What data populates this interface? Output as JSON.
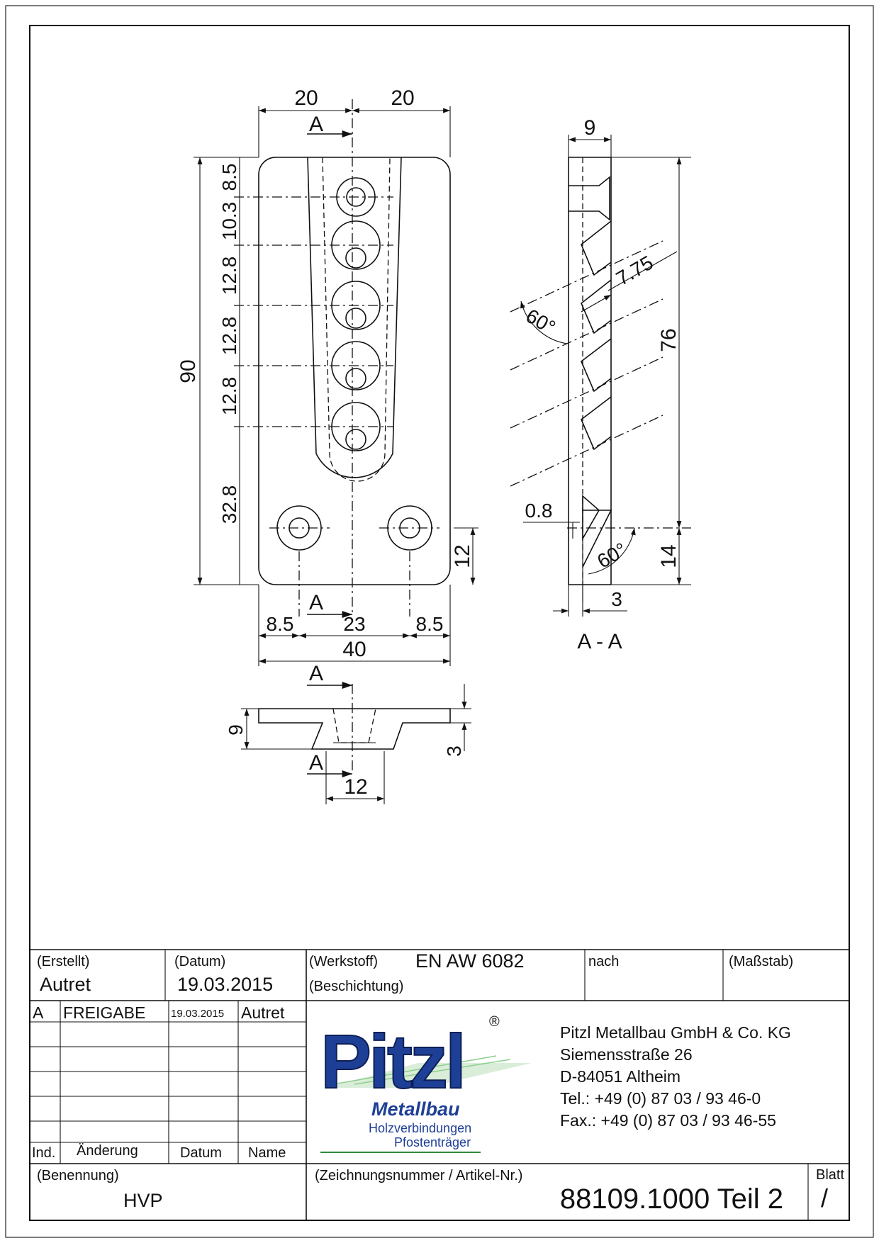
{
  "drawing": {
    "front_view": {
      "section_mark": "A",
      "dims_top": [
        "20",
        "20"
      ],
      "dims_left_vertical": [
        "8.5",
        "10.3",
        "12.8",
        "12.8",
        "12.8",
        "32.8"
      ],
      "dim_total_height": "90",
      "dim_right_vertical": "12",
      "dims_bottom": [
        "8.5",
        "23",
        "8.5"
      ],
      "dim_total_width": "40"
    },
    "section_view": {
      "title": "A - A",
      "dim_top": "9",
      "dim_hole_spacing": "7.75",
      "angle_upper": "60°",
      "dim_height": "76",
      "dim_offset": "0.8",
      "angle_lower": "60°",
      "dim_lower_height": "14",
      "dim_bottom": "3"
    },
    "bottom_view": {
      "section_mark": "A",
      "dim_height": "9",
      "dim_width": "12",
      "dim_depth": "3"
    }
  },
  "title_block": {
    "created_label": "(Erstellt)",
    "created_value": "Autret",
    "date_label": "(Datum)",
    "date_value": "19.03.2015",
    "material_label": "(Werkstoff)",
    "material_value": "EN AW 6082",
    "coating_label": "(Beschichtung)",
    "after_label": "nach",
    "scale_label": "(Maßstab)",
    "revisions": [
      {
        "ind": "A",
        "change": "FREIGABE",
        "date": "19.03.2015",
        "name": "Autret"
      }
    ],
    "rev_headers": {
      "ind": "Ind.",
      "change": "Änderung",
      "date": "Datum",
      "name": "Name"
    },
    "logo": {
      "brand": "Pitzl",
      "registered": "®",
      "sub": "Metallbau",
      "line1": "Holzverbindungen",
      "line2": "Pfostenträger"
    },
    "company": {
      "name": "Pitzl Metallbau GmbH & Co. KG",
      "street": "Siemensstraße 26",
      "city": "D-84051 Altheim",
      "tel": "Tel.:  +49 (0) 87 03 / 93 46-0",
      "fax": "Fax.: +49 (0) 87 03 / 93 46-55"
    },
    "name_label": "(Benennung)",
    "name_value": "HVP",
    "drawing_no_label": "(Zeichnungsnummer / Artikel-Nr.)",
    "drawing_no_value": "88109.1000 Teil 2",
    "sheet_label": "Blatt",
    "sheet_value": "/"
  },
  "colors": {
    "logo_blue": "#1e3f96",
    "logo_green": "#2f8a3a"
  }
}
